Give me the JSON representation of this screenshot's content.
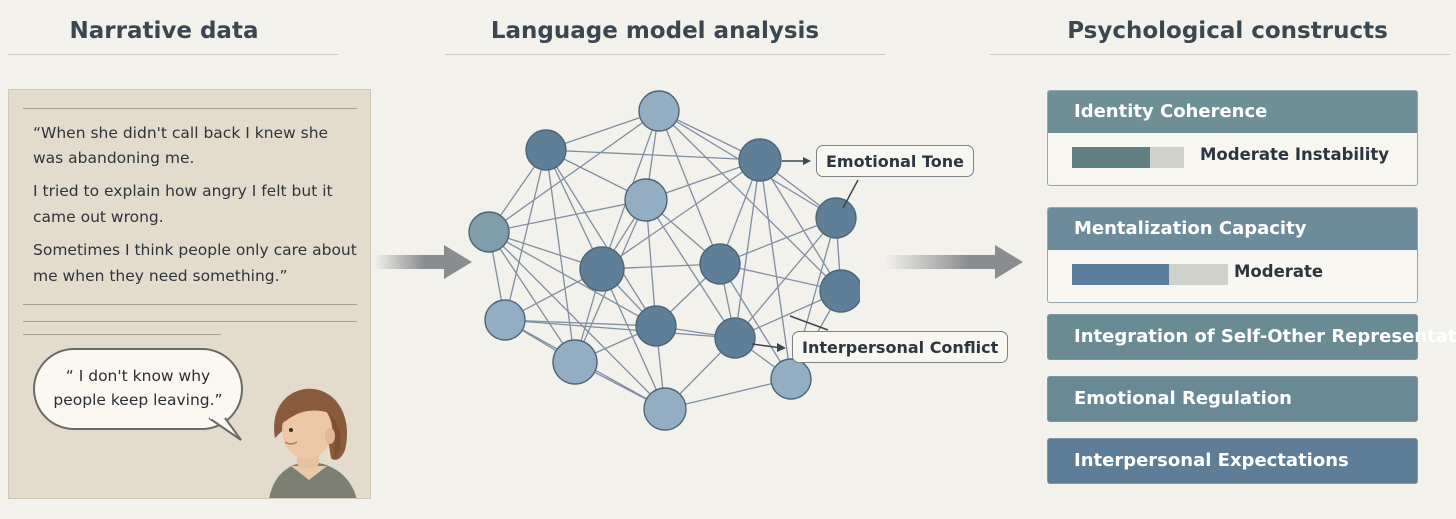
{
  "sections": {
    "narrative_title": "Narrative data",
    "analysis_title": "Language model analysis",
    "constructs_title": "Psychological constructs"
  },
  "narrative": {
    "quote_lines": [
      "“When she didn't call back I knew she",
      "was abandoning me.",
      "I tried to explain how angry I felt but it",
      "came out wrong.",
      "Sometimes I think people only care about",
      "me when they need something.”"
    ],
    "speech_lines": [
      "“ I don't know why",
      "people keep leaving.”"
    ]
  },
  "network": {
    "labels": {
      "emotional_tone": "Emotional Tone",
      "interpersonal_conflict": "Interpersonal Conflict"
    }
  },
  "constructs": [
    {
      "name": "Identity Coherence",
      "level_label": "Moderate Instability",
      "level_fraction": 0.7,
      "color": "#6f8f97",
      "fill_color": "#5f7f82"
    },
    {
      "name": "Mentalization Capacity",
      "level_label": "Moderate",
      "level_fraction": 0.62,
      "color": "#6c8c9c",
      "fill_color": "#5b7f9d"
    },
    {
      "name": "Integration of Self-Other Representations",
      "color": "#6a8a94"
    },
    {
      "name": "Emotional Regulation",
      "color": "#6a8996"
    },
    {
      "name": "Interpersonal Expectations",
      "color": "#5e7d97"
    }
  ],
  "colors": {
    "background": "#f3f1ec",
    "paper": "#e3dccd",
    "node_light": "#93adc3",
    "node_dark": "#5e7f97",
    "edge": "#7f8ea1",
    "arrow": "#8a8d90"
  }
}
